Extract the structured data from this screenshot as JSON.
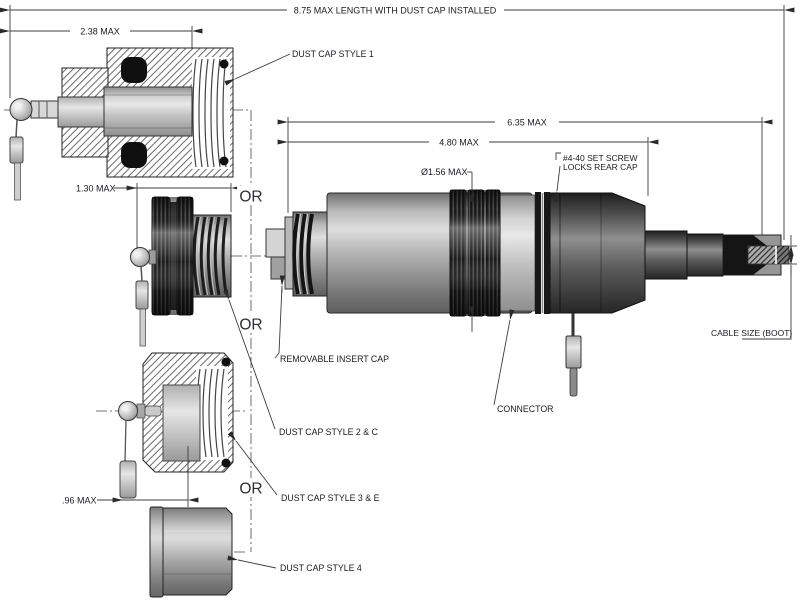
{
  "drawing": {
    "title": "Connector and dust cap outline drawing",
    "dims": {
      "overall_length": "8.75 MAX LENGTH WITH DUST CAP INSTALLED",
      "cap1_length": "2.38 MAX",
      "cap2_length": "1.30 MAX",
      "cap3_length": ".96 MAX",
      "assembly_length": "6.35 MAX",
      "body_length": "4.80 MAX",
      "body_diameter": "Ø1.56 MAX"
    },
    "labels": {
      "cap1": "DUST CAP STYLE 1",
      "cap2": "DUST CAP STYLE 2 & C",
      "cap3": "DUST CAP STYLE 3 & E",
      "cap4": "DUST CAP STYLE 4",
      "insert_cap": "REMOVABLE INSERT CAP",
      "connector": "CONNECTOR",
      "set_screw_line1": "#4-40 SET SCREW",
      "set_screw_line2": "LOCKS REAR CAP",
      "cable": "CABLE SIZE (BOOT)",
      "or_separator": "OR"
    },
    "colors": {
      "line": "#333333",
      "text": "#1c1c22",
      "knurl": "#1a1a1a",
      "metal_light": "#d9d9d9",
      "metal_dark": "#2e2e2e",
      "background": "#ffffff"
    }
  }
}
